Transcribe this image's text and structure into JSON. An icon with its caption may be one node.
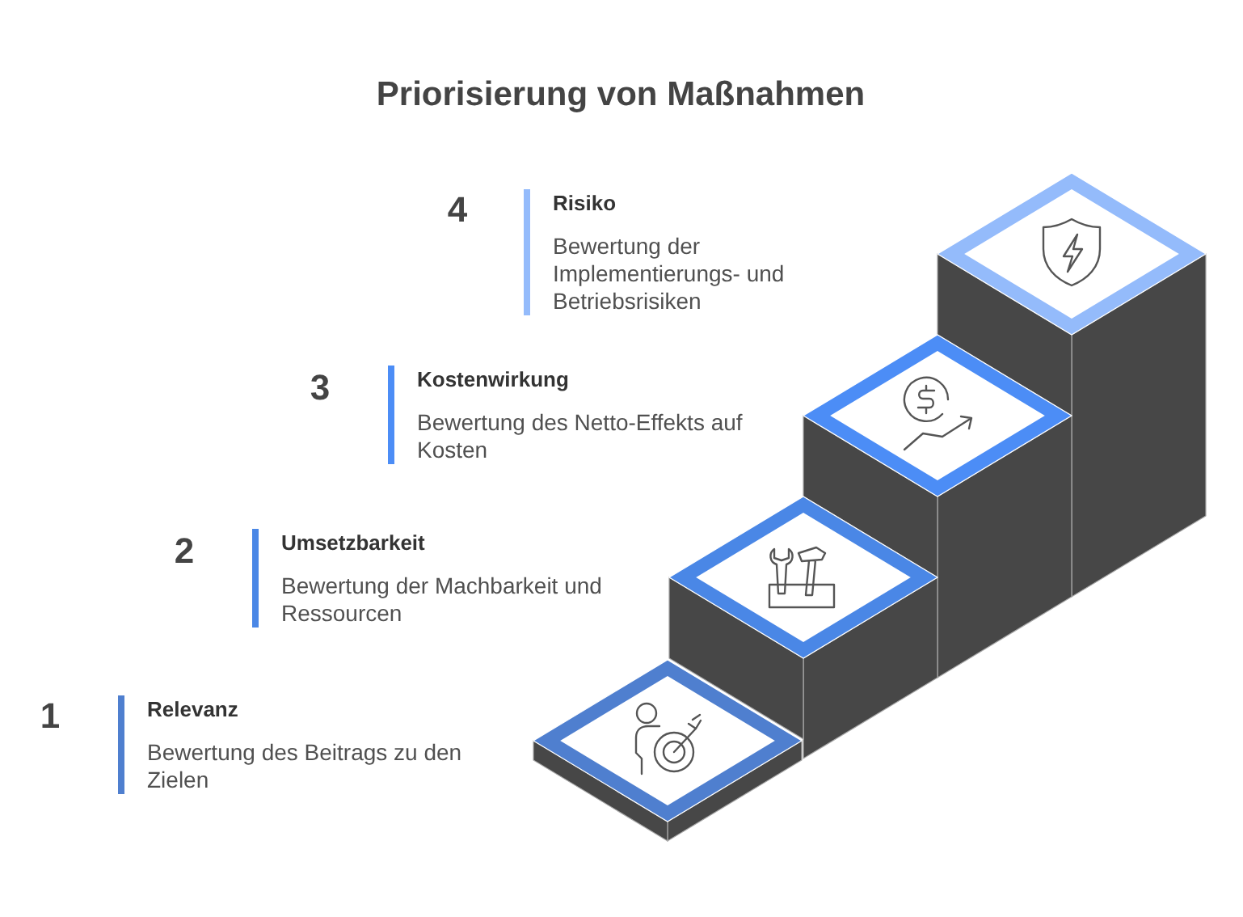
{
  "diagram": {
    "title": "Priorisierung von Maßnahmen",
    "nodes": [
      {
        "text": [
          "Risiko",
          "Bewertung der Implementierungs- und Betriebsrisiken"
        ],
        "beside": [
          "4"
        ]
      },
      {
        "text": [
          "Kostenwirkung",
          "Bewertung des Netto-Effekts auf Kosten"
        ],
        "beside": [
          "3"
        ]
      },
      {
        "text": [
          "Umsetzbarkeit",
          "Bewertung der Machbarkeit und Ressourcen"
        ],
        "beside": [
          "2"
        ]
      },
      {
        "text": [
          "Relevanz",
          "Bewertung des Beitrags zu den Zielen"
        ],
        "beside": [
          "1"
        ]
      }
    ]
  }
}
